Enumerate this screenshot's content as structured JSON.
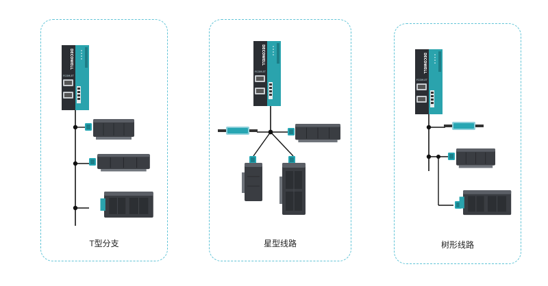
{
  "topologies": [
    {
      "id": "t",
      "caption": "T型分支"
    },
    {
      "id": "star",
      "caption": "星型线路"
    },
    {
      "id": "tree",
      "caption": "树形线路"
    }
  ],
  "controller": {
    "brand": "DECOWELL",
    "model": "FCOM-ET"
  },
  "colors": {
    "panel_border": "#5ec3d6",
    "controller_teal": "#2aa3ad",
    "device_dark": "#3a3d42",
    "device_light": "#9aa0a6",
    "connector_teal": "#25a7b4",
    "bus_line": "#111111"
  }
}
